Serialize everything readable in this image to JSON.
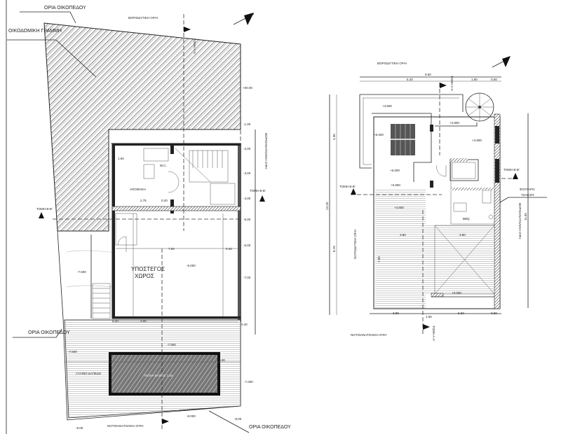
{
  "left_plan": {
    "plot_limits_top": "ΟΡΙΑ ΟΙΚΟΠΕΔΟΥ",
    "building_line": "ΟΙΚΟΔΟΜΙΚΗ ΓΡΑΜΜΗ",
    "northwest_view": "ΒΟΡΙΟΔΥΤΙΚΗ ΟΨΗ",
    "section_aa": "ΤΟΜΗ Α-Α'",
    "section_bb_right": "ΤΟΜΗ Β-Β'",
    "section_bb_left": "ΤΟΜΗ Β-Β'",
    "northeast_view": "ΒΟΡΙΟΑΝΑΤΟΛΙΚΗ ΟΨΗ",
    "southeast_view": "ΝΟΤΙΟΑΝΑΤΟΛΙΚΗ ΟΨΗ",
    "covered_space_1": "ΥΠΟΣΤΕΓΟΣ",
    "covered_space_2": "ΧΩΡΟΣ",
    "storage": "ΑΠΟΘΗΚΗ",
    "wc": "W.C.",
    "wooden_floor": "ΞΥΛΙΝΟ ΔΑΠΕΔΟ",
    "pool": "ΠΙΣΙΝΑ ΒΑΘΟΣ 1.50",
    "plot_limits_left": "ΟΡΙΑ ΟΙΚΟΠΕΔΟΥ",
    "plot_limits_bottom": "ΟΡΙΑ ΟΙΚΟΠΕΔΟΥ",
    "contours": [
      "+00.00",
      "-1,00",
      "-2,00",
      "-3,00",
      "-4,00",
      "-5,00",
      "-6,00",
      "-7,00",
      "-8,00",
      "-9.00"
    ],
    "levels": {
      "floor": "-6.000",
      "side": "-7.500",
      "deck_top": "-7.500",
      "deck_left": "-7.500",
      "deck_right": "-7.000",
      "bottom": "-8.000"
    },
    "dims": {
      "d1": "1.60",
      "d2": "2.75",
      "d3": "0.20",
      "d4": "7.00",
      "d5": "0.40",
      "d6": "3.00",
      "d7": "0.20",
      "d8": "0.30",
      "d9": "0.40"
    }
  },
  "right_plan": {
    "northwest_view": "ΒΟΡΙΟΔΥΤΙΚΗ ΟΨΗ",
    "section_aa_top": "ΤΟΜΗ Α-Α'",
    "section_aa_bottom": "ΤΟΜΗ Α-Α'",
    "section_bb_left": "ΤΟΜΗ Β-Β'",
    "section_bb_right": "ΤΟΜΗ Β-Β'",
    "chimney_1": "ΦΟΥΓΑΡΟ",
    "chimney_2": "ΤΖΑΚΙΟΥ",
    "southwest_view": "ΝΟΤΙΟΔΥΤΙΚΗ ΟΨΗ",
    "northeast_view": "ΒΟΡΙΟΑΝΑΤΟΛΙΚΗ ΟΨΗ",
    "southeast_view": "ΝΟΤΙΟΑΝΑΤΟΛΙΚΗ ΟΨΗ",
    "bbq": "BBQ",
    "levels": {
      "terrace": "+4.800",
      "roof": "+5.000",
      "upper": "+6.000",
      "landing": "+4.800",
      "room": "+4.800",
      "deck": "+0.800",
      "deck2": "+4.800",
      "lower": "+0.000"
    },
    "dims": {
      "top_total": "9.60",
      "top_a": "5.20",
      "top_b": "1.60",
      "top_c": "0.50",
      "height_total": "13.20",
      "height_a": "4.30",
      "height_b": "8.70",
      "right_total": "11.65",
      "inner_a": "3.80",
      "inner_b": "3.80",
      "inner_h": "7.60",
      "bot_a": "3.80",
      "bot_b": "5.60",
      "bot_c": "0.50",
      "bot_d": "1.50"
    }
  }
}
